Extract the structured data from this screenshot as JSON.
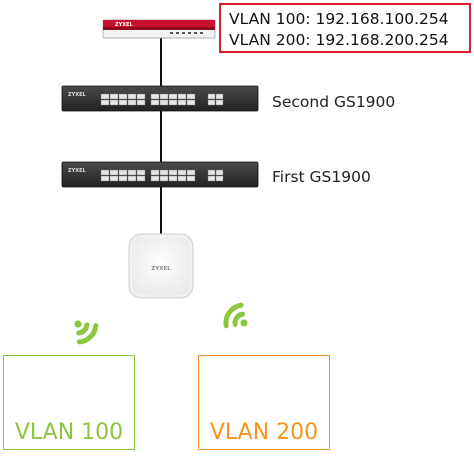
{
  "vlan_info": {
    "line1": "VLAN 100: 192.168.100.254",
    "line2": "VLAN 200: 192.168.200.254"
  },
  "devices": {
    "firewall_brand": "ZYXEL",
    "second_switch_brand": "ZYXEL",
    "second_switch_label": "Second GS1900",
    "first_switch_brand": "ZYXEL",
    "first_switch_label": "First GS1900",
    "ap_brand": "ZYXEL"
  },
  "clients": [
    {
      "label": "VLAN 100",
      "color": "#8cc63f"
    },
    {
      "label": "VLAN 200",
      "color": "#f7931e"
    }
  ],
  "colors": {
    "firewall_red": "#c8102e",
    "wifi_green": "#8cc63f",
    "switch_dark": "#2b2b2b",
    "box_red": "#d9202a"
  }
}
